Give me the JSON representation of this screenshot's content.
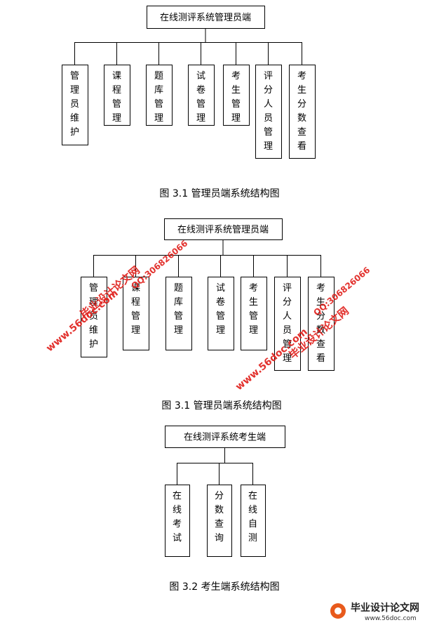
{
  "diagram1": {
    "root": "在线测评系统管理员端",
    "children": [
      "管理员维护",
      "课程管理",
      "题库管理",
      "试卷管理",
      "考生管理",
      "评分人员管理",
      "考生分数查看"
    ],
    "caption": "图 3.1 管理员端系统结构图"
  },
  "diagram2": {
    "root": "在线测评系统管理员端",
    "children": [
      "管理员维护",
      "课程管理",
      "题库管理",
      "试卷管理",
      "考生管理",
      "评分人员管理",
      "考生分数查看"
    ],
    "caption": "图 3.1 管理员端系统结构图"
  },
  "diagram3": {
    "root": "在线测评系统考生端",
    "children": [
      "在线考试",
      "分数查询",
      "在线自测"
    ],
    "caption": "图 3.2 考生端系统结构图"
  },
  "watermarks": [
    "毕业设计论文网",
    "www.56doc.com",
    "QQ:306826066"
  ],
  "logo": {
    "text": "毕业设计论文网",
    "url": "www.56doc.com"
  },
  "colors": {
    "watermark": "#e0201c",
    "line": "#000000"
  }
}
